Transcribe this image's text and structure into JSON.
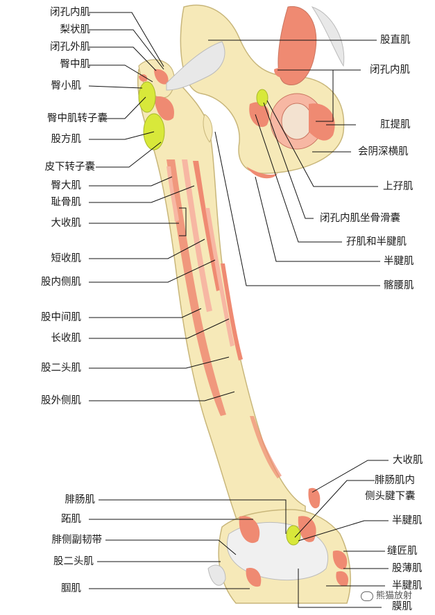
{
  "labels_left": [
    "闭孔内肌",
    "梨状肌",
    "闭孔外肌",
    "臀中肌",
    "臀小肌",
    "臀中肌转子囊",
    "股方肌",
    "皮下转子囊",
    "臀大肌",
    "耻骨肌",
    "大收肌",
    "短收肌",
    "股内侧肌",
    "股中间肌",
    "长收肌",
    "股二头肌",
    "股外侧肌",
    "腓肠肌",
    "跖肌",
    "腓侧副韧带",
    "股二头肌",
    "腘肌"
  ],
  "labels_right": [
    "股直肌",
    "闭孔内肌",
    "肛提肌",
    "会阴深横肌",
    "上孖肌",
    "闭孔内肌坐骨滑囊",
    "孖肌和半腱肌",
    "半腱肌",
    "髂腰肌",
    "大收肌",
    "腓肠肌内",
    "侧头腱下囊",
    "半腱肌",
    "缝匠肌",
    "股薄肌",
    "半腱肌",
    "膜肌"
  ],
  "watermark": "熊猫放射",
  "colors": {
    "bone": "#f6e9b8",
    "bone_stroke": "#c8b67a",
    "muscle": "#ef8a72",
    "muscle_light": "#f7b7a3",
    "bursa": "#d8e83a",
    "ligament": "#f2f2f2",
    "leader": "#111111"
  }
}
